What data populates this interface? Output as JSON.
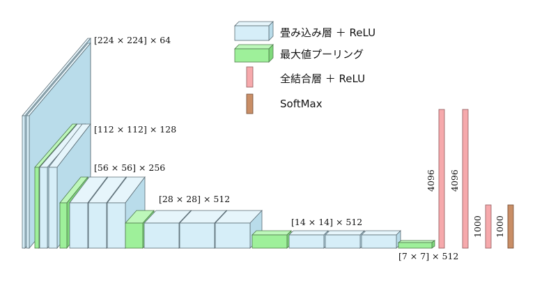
{
  "legend": {
    "conv_label": "畳み込み層 ＋ ReLU",
    "pool_label": "最大値プーリング",
    "fc_label": "全結合層 ＋ ReLU",
    "softmax_label": "SoftMax"
  },
  "labels": {
    "stage1": "[224 × 224] × 64",
    "stage2": "[112 × 112] × 128",
    "stage3": "[56 × 56] × 256",
    "stage4": "[28 × 28] × 512",
    "stage5": "[14 × 14] × 512",
    "stage6": "[7 × 7] × 512",
    "fc1": "4096",
    "fc2": "4096",
    "fc3": "1000",
    "fc4": "1000"
  },
  "colors": {
    "conv": "#d6eef8",
    "pool": "#9ef09a",
    "fc": "#f6a9ac",
    "softmax": "#c98e66"
  }
}
